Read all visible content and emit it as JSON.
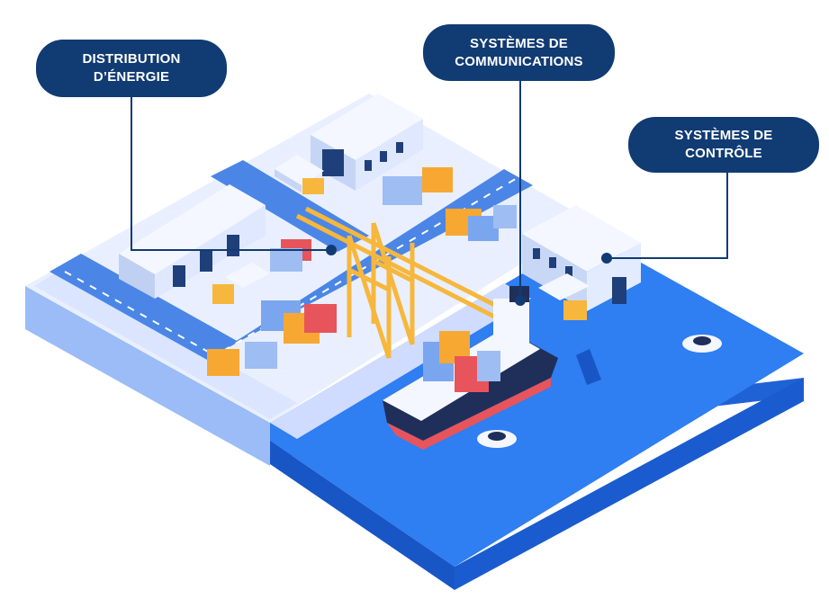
{
  "labels": {
    "energy": {
      "line1": "DISTRIBUTION",
      "line2": "D’ÉNERGIE"
    },
    "communications": {
      "line1": "SYSTÈMES DE",
      "line2": "COMMUNICATIONS"
    },
    "control": {
      "line1": "SYSTÈMES DE",
      "line2": "CONTRÔLE"
    }
  },
  "colors": {
    "label_bg": "#113b73",
    "label_text": "#ffffff",
    "connector": "#113b73",
    "water": "#2f7ef2",
    "water_side": "#1f62d6",
    "land": "#e9efff",
    "road": "#4b86e6",
    "crane": "#f6b73c",
    "container_orange": "#f7a833",
    "container_red": "#e8545b",
    "container_blue": "#7aa6ef"
  },
  "icons": [
    "warehouse-icon",
    "truck-icon",
    "gantry-crane-icon",
    "container-icon",
    "cargo-ship-icon",
    "boat-icon",
    "control-building-icon"
  ]
}
